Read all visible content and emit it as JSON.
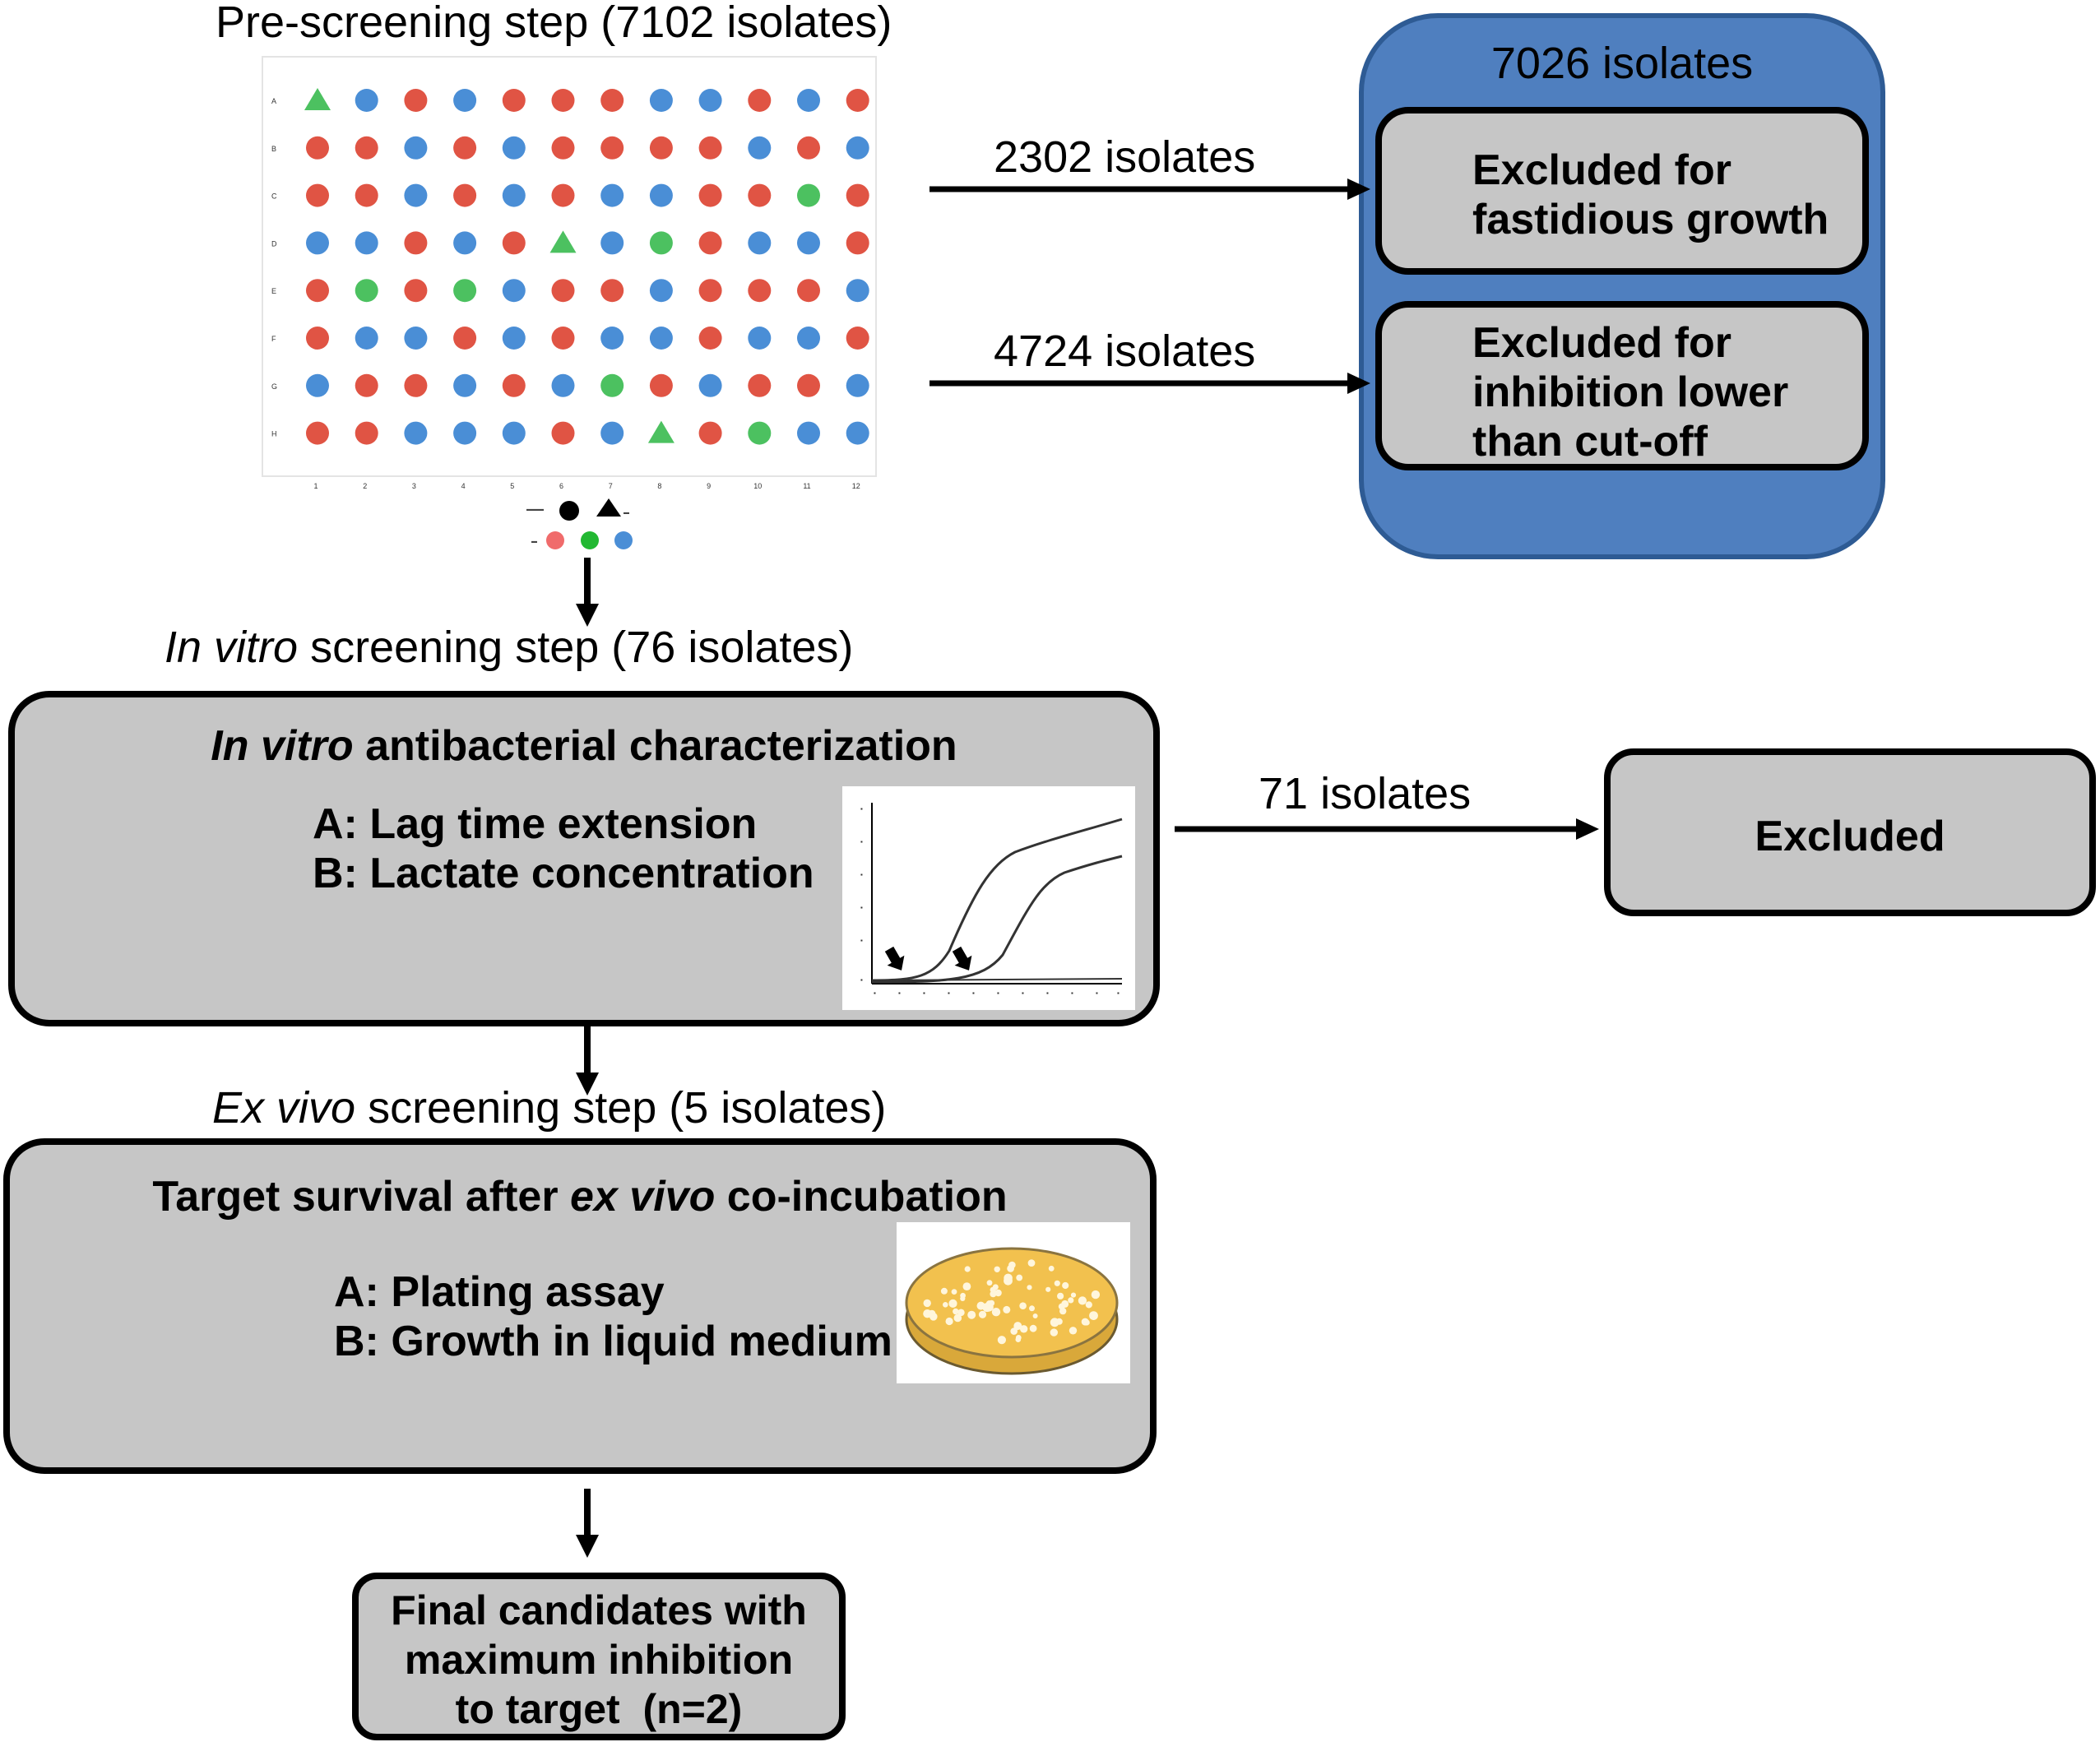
{
  "prescreen": {
    "heading": "Pre-screening step (7102 isolates)",
    "row_letters": [
      "A",
      "B",
      "C",
      "D",
      "E",
      "F",
      "G",
      "H"
    ],
    "col_numbers": [
      "1",
      "2",
      "3",
      "4",
      "5",
      "6",
      "7",
      "8",
      "9",
      "10",
      "11",
      "12"
    ],
    "wells": [
      "GT B R B R R R B B R B R",
      "R R B R B R R R R B R B",
      "R R B R B R B B R R G R",
      "B B R B R GT B G R B B R",
      "R G R G B R R B R R R B",
      "R B B R B R B B R B B R",
      "B R R B R B G R B R R B",
      "R R B B B R B GT R G B B"
    ],
    "colors": {
      "red": "#e05444",
      "blue": "#4a8ed6",
      "green": "#4cc160"
    }
  },
  "excluded_group": {
    "title": "7026 isolates",
    "fill": "#4f7fbf",
    "box1": [
      "Excluded for",
      "fastidious growth"
    ],
    "box2": [
      "Excluded for",
      "inhibition lower",
      "than cut-off"
    ]
  },
  "arrows": {
    "a1_label": "2302 isolates",
    "a2_label": "4724 isolates",
    "a3_label": "71 isolates"
  },
  "invitro": {
    "heading_italic": "In vitro",
    "heading_rest": " screening step (76 isolates)",
    "title_italic": "In vitro",
    "title_rest": " antibacterial characterization",
    "line_a": "A: Lag time extension",
    "line_b": "B: Lactate concentration",
    "excluded": "Excluded"
  },
  "exvivo": {
    "heading_italic": "Ex vivo",
    "heading_rest": " screening step (5 isolates)",
    "title_pre": "Target survival after ",
    "title_italic": "ex vivo",
    "title_post": " co-incubation",
    "line_a": "A: Plating assay",
    "line_b": "B: Growth in liquid medium"
  },
  "final": {
    "lines": [
      "Final candidates with",
      "maximum inhibition",
      "to target  (n=2)"
    ]
  }
}
